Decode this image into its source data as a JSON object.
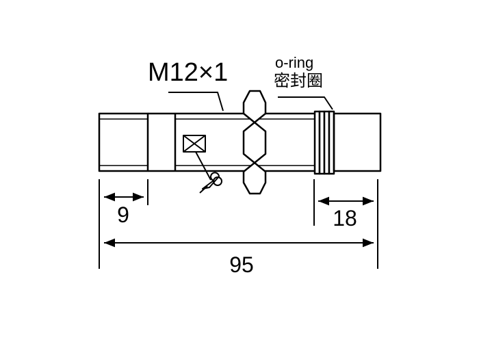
{
  "labels": {
    "thread_spec": "M12×1",
    "oring_en": "o-ring",
    "oring_cn": "密封圈"
  },
  "dimensions": {
    "left_cap_length": "9",
    "right_cap_length": "18",
    "total_length": "95"
  },
  "colors": {
    "line": "#000000",
    "background": "#ffffff"
  },
  "icons": [
    "wrench-icon",
    "led-indicator-icon"
  ]
}
